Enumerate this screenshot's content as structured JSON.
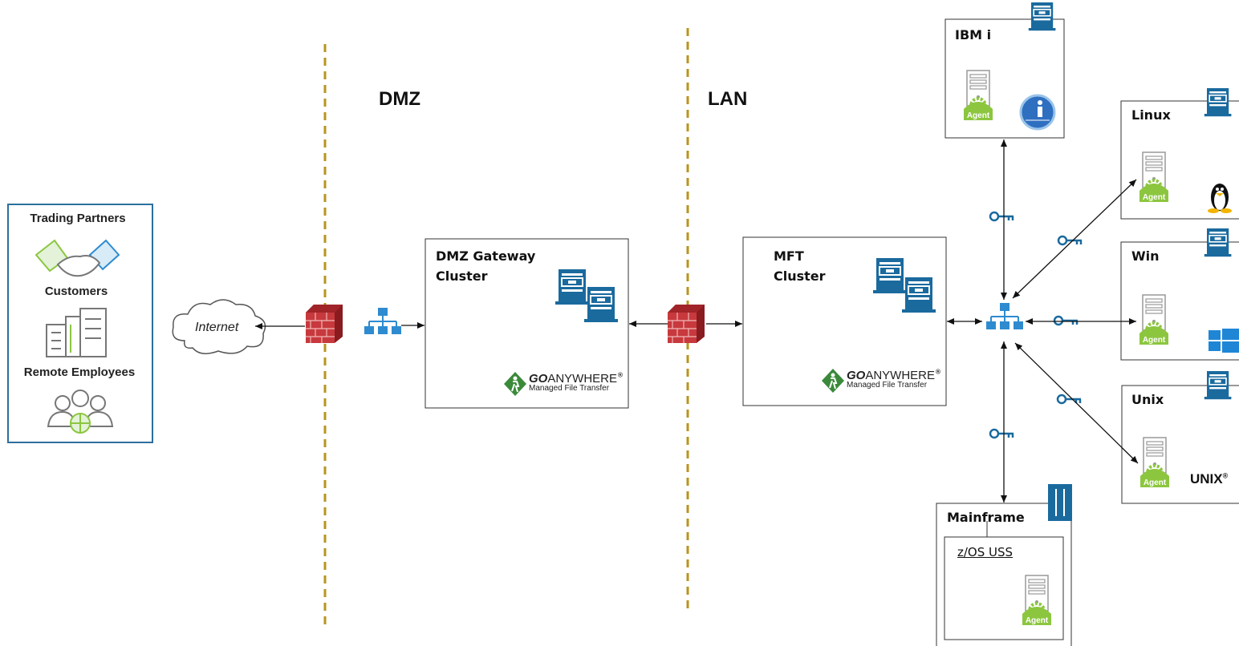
{
  "zones": {
    "dmz": "DMZ",
    "lan": "LAN"
  },
  "users_panel": {
    "trading_partners": "Trading Partners",
    "customers": "Customers",
    "remote_employees": "Remote Employees"
  },
  "internet": "Internet",
  "dmz_gateway": {
    "title": "DMZ Gateway\nCluster",
    "brand_go": "GO",
    "brand_anywhere": "ANYWHERE",
    "brand_sub": "Managed File Transfer"
  },
  "mft": {
    "title": "MFT\nCluster",
    "brand_go": "GO",
    "brand_anywhere": "ANYWHERE",
    "brand_sub": "Managed File Transfer"
  },
  "endpoints": {
    "ibmi": "IBM i",
    "linux": "Linux",
    "win": "Win",
    "unix": "Unix",
    "unix_logo": "UNIX",
    "mainframe": "Mainframe",
    "zos_uss": "z/OS USS"
  },
  "agent_label": "Agent",
  "colors": {
    "firewall": "#b3282d",
    "network": "#2e8bd0",
    "server": "#1a6a9e",
    "agent_green": "#8cc63f",
    "zone_line": "#b8941f",
    "panel_border": "#2c6f9e"
  }
}
